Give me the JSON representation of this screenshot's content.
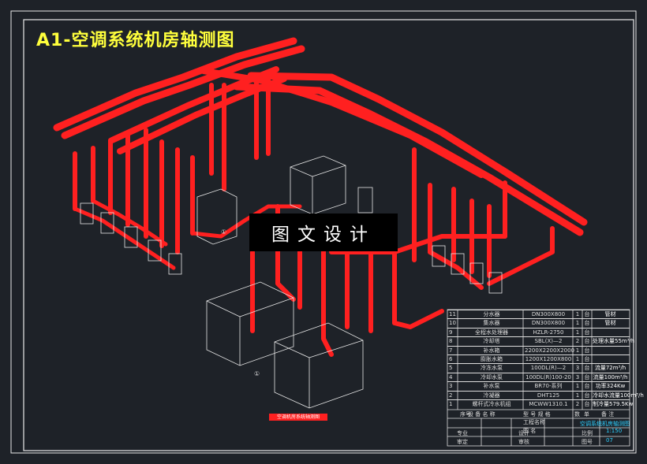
{
  "drawing": {
    "title": "A1-空调系统机房轴测图",
    "watermark": "图文设计",
    "caption": "空调机房系统轴测图",
    "markers": [
      "①",
      "①"
    ]
  },
  "colors": {
    "background": "#1e2228",
    "pipe": "#ff2020",
    "equipment_line": "#e8e8e8",
    "title": "#ffff3c",
    "table_line": "#dddddd",
    "accent_text": "#2ed0ff"
  },
  "equipment_table": {
    "rows": [
      {
        "no": "11",
        "name": "分水器",
        "model": "DN300X800",
        "qty": "1",
        "unit": "台",
        "param": "管材"
      },
      {
        "no": "10",
        "name": "集水器",
        "model": "DN300X800",
        "qty": "1",
        "unit": "台",
        "param": "管材"
      },
      {
        "no": "9",
        "name": "全程水处理器",
        "model": "HZLR-2750",
        "qty": "1",
        "unit": "台",
        "param": ""
      },
      {
        "no": "8",
        "name": "冷却塔",
        "model": "SBL(X)—2",
        "qty": "2",
        "unit": "台",
        "param": "处理水量55m³/h"
      },
      {
        "no": "7",
        "name": "补水箱",
        "model": "2200X2200X2000",
        "qty": "1",
        "unit": "台",
        "param": ""
      },
      {
        "no": "6",
        "name": "膨胀水箱",
        "model": "1200X1200X800",
        "qty": "1",
        "unit": "台",
        "param": ""
      },
      {
        "no": "5",
        "name": "冷冻水泵",
        "model": "100DL(R)—2",
        "qty": "3",
        "unit": "台",
        "param": "流量72m³/h"
      },
      {
        "no": "4",
        "name": "冷却水泵",
        "model": "100DL(R)100-20",
        "qty": "3",
        "unit": "台",
        "param": "流量100m³/h"
      },
      {
        "no": "3",
        "name": "补水泵",
        "model": "BR70-系列",
        "qty": "1",
        "unit": "台",
        "param": "功率324Kw"
      },
      {
        "no": "2",
        "name": "冷凝器",
        "model": "DHT125",
        "qty": "1",
        "unit": "台",
        "param": "冷却水流量100m³/h"
      },
      {
        "no": "1",
        "name": "螺杆式冷水机组",
        "model": "MCWW1310.1",
        "qty": "2",
        "unit": "台",
        "param": "制冷量579.5Kw"
      }
    ],
    "header": {
      "no": "序号",
      "name": "设 备 名 称",
      "model": "型 号 规 格",
      "qty": "数",
      "unit": "单",
      "param": "备 注"
    }
  },
  "title_block": {
    "project_label": "工程名称",
    "drawing_label": "图 名",
    "drawing_name": "空调系统机房轴测图",
    "designer_label": "设计",
    "checker_label": "审核",
    "scale_label": "比例",
    "scale_value": "1:150",
    "sheet_label": "图号",
    "sheet_value": "07",
    "approve_label": "专业",
    "review_label": "审定"
  }
}
